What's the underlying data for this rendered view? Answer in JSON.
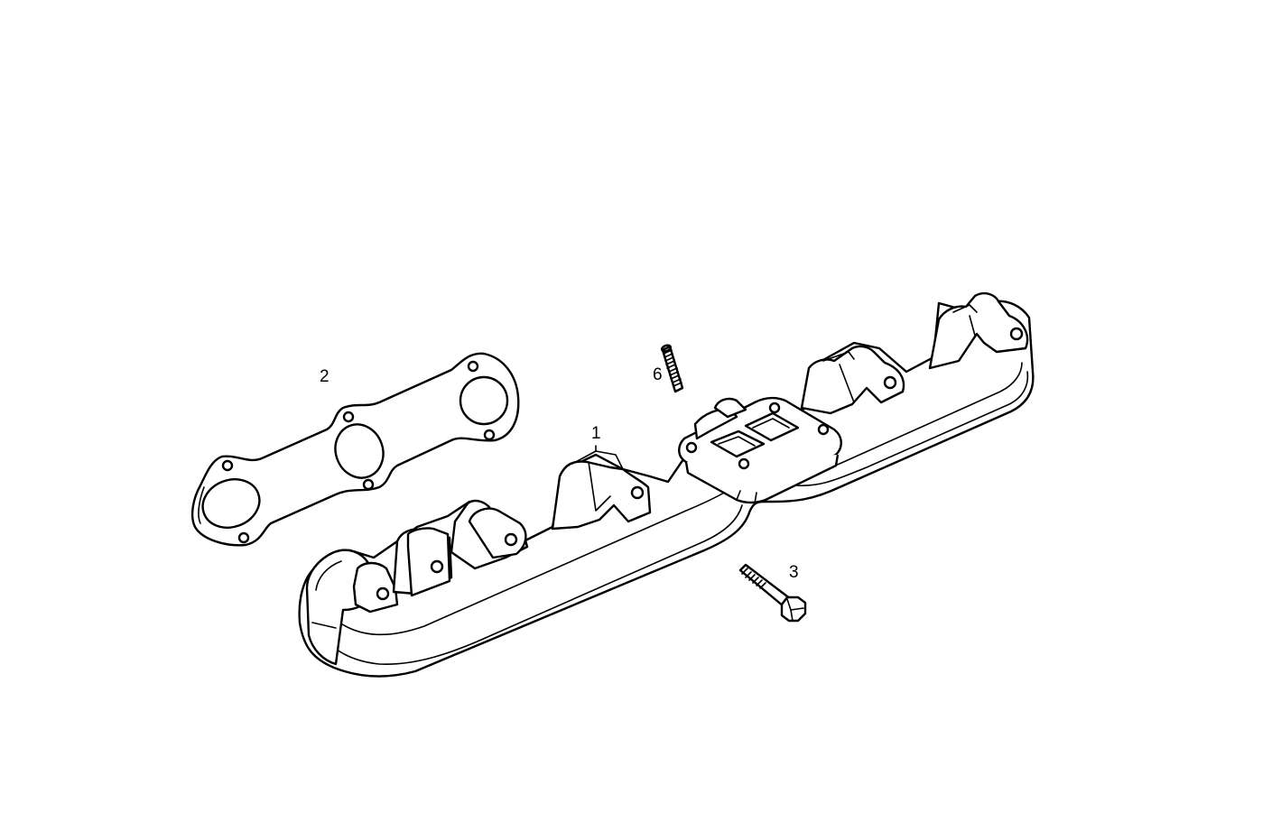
{
  "callouts": {
    "manifold": "1",
    "gasket": "2",
    "bolt": "3",
    "stud": "6"
  }
}
